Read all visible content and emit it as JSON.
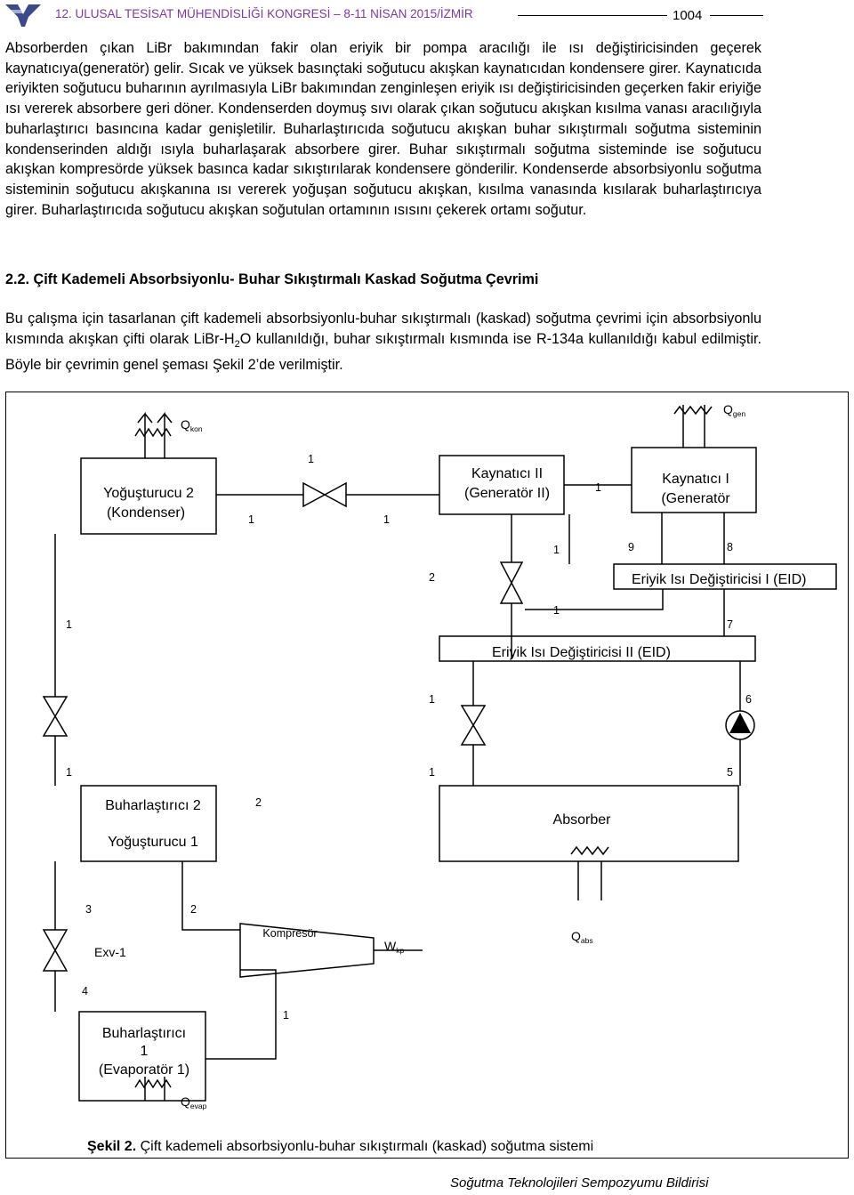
{
  "header": {
    "conference": "12. ULUSAL TESİSAT MÜHENDİSLİĞİ KONGRESİ – 8-11 NİSAN 2015/İZMİR",
    "page_number": "1004"
  },
  "paragraph1": "Absorberden çıkan LiBr bakımından fakir olan eriyik bir pompa aracılığı ile ısı değiştiricisinden geçerek kaynatıcıya(generatör) gelir. Sıcak ve yüksek basınçtaki soğutucu akışkan kaynatıcıdan kondensere girer. Kaynatıcıda eriyikten soğutucu buharının ayrılmasıyla LiBr bakımından zenginleşen eriyik ısı değiştiricisinden geçerken fakir eriyiğe ısı vererek absorbere geri döner. Kondenserden doymuş sıvı olarak çıkan soğutucu akışkan kısılma vanası aracılığıyla buharlaştırıcı basıncına kadar genişletilir. Buharlaştırıcıda soğutucu akışkan buhar sıkıştırmalı soğutma sisteminin kondenserinden aldığı ısıyla buharlaşarak absorbere girer. Buhar sıkıştırmalı soğutma sisteminde ise soğutucu akışkan kompresörde yüksek basınca kadar sıkıştırılarak kondensere gönderilir. Kondenserde absorbsiyonlu soğutma sisteminin soğutucu akışkanına ısı vererek yoğuşan soğutucu akışkan, kısılma vanasında kısılarak buharlaştırıcıya girer. Buharlaştırıcıda soğutucu akışkan soğutulan ortamının ısısını çekerek ortamı soğutur.",
  "section_heading": "2.2. Çift Kademeli Absorbsiyonlu- Buhar Sıkıştırmalı Kaskad Soğutma Çevrimi",
  "paragraph2": {
    "before_sub": "Bu çalışma için tasarlanan çift kademeli absorbsiyonlu-buhar sıkıştırmalı  (kaskad) soğutma çevrimi için absorbsiyonlu kısmında akışkan çifti olarak LiBr-H",
    "sub": "2",
    "after_sub": "O kullanıldığı, buhar sıkıştırmalı kısmında ise R-134a kullanıldığı kabul edilmiştir. Böyle bir çevrimin genel şeması Şekil 2’de verilmiştir."
  },
  "diagram": {
    "condenser2": [
      "Yoğuşturucu 2",
      "(Kondenser)"
    ],
    "generator2": [
      "Kaynatıcı II",
      "(Generatör II)"
    ],
    "generator1": [
      "Kaynatıcı I",
      "(Generatör"
    ],
    "hx1": "Eriyik Isı Değiştiricisi I (EID)",
    "hx2": "Eriyik Isı Değiştiricisi II (EID)",
    "evap2": [
      "Buharlaştırıcı 2",
      "Yoğuşturucu 1"
    ],
    "absorber": "Absorber",
    "compressor": "Kompresör",
    "exv": "Exv-1",
    "evap1": [
      "Buharlaştırıcı",
      "1",
      "(Evaporatör 1)"
    ],
    "heat_flows": {
      "Q_kon": {
        "main": "Q",
        "sub": "kon"
      },
      "Q_gen": {
        "main": "Q",
        "sub": "gen"
      },
      "Q_abs": {
        "main": "Q",
        "sub": "abs"
      },
      "Q_evap": {
        "main": "Q",
        "sub": "evap"
      },
      "W_kp": {
        "main": "W",
        "sub": "kp"
      }
    },
    "state_points": [
      "1",
      "1",
      "1",
      "1",
      "1",
      "2",
      "1",
      "9",
      "8",
      "1",
      "1",
      "7",
      "1",
      "6",
      "1",
      "1",
      "5",
      "2",
      "3",
      "2",
      "4",
      "1"
    ]
  },
  "caption": {
    "bold": "Şekil 2.",
    "text": " Çift kademeli absorbsiyonlu-buhar sıkıştırmalı (kaskad) soğutma sistemi"
  },
  "footer": "Soğutma Teknolojileri Sempozyumu Bildirisi"
}
